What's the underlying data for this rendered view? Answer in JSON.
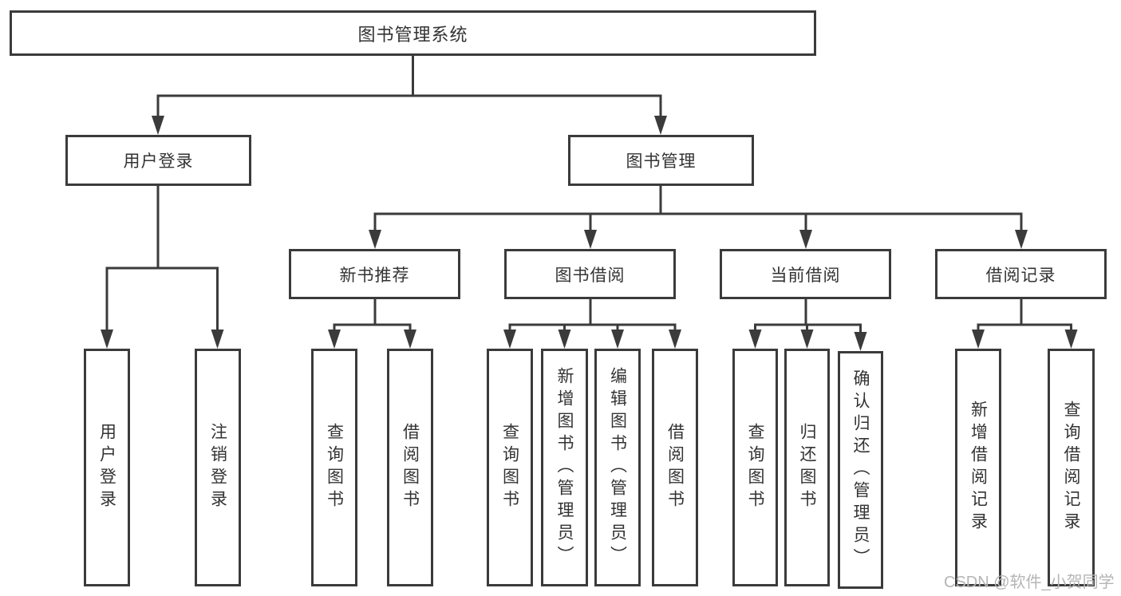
{
  "tree": {
    "root": {
      "label": "图书管理系统"
    },
    "login": {
      "label": "用户登录",
      "children": [
        {
          "label": "用户登录"
        },
        {
          "label": "注销登录"
        }
      ]
    },
    "management": {
      "label": "图书管理",
      "sections": [
        {
          "label": "新书推荐",
          "children": [
            {
              "label": "查询图书"
            },
            {
              "label": "借阅图书"
            }
          ]
        },
        {
          "label": "图书借阅",
          "children": [
            {
              "label": "查询图书"
            },
            {
              "label": "新增图书（管理员）"
            },
            {
              "label": "编辑图书（管理员）"
            },
            {
              "label": "借阅图书"
            }
          ]
        },
        {
          "label": "当前借阅",
          "children": [
            {
              "label": "查询图书"
            },
            {
              "label": "归还图书"
            },
            {
              "label": "确认归还（管理员）"
            }
          ]
        },
        {
          "label": "借阅记录",
          "children": [
            {
              "label": "新增借阅记录"
            },
            {
              "label": "查询借阅记录"
            }
          ]
        }
      ]
    }
  },
  "watermark": {
    "text": "CSDN @软件_小贺同学"
  },
  "colors": {
    "line": "#3b3b3b",
    "text": "#333333",
    "watermark": "#b5b5b5",
    "background": "#ffffff"
  }
}
